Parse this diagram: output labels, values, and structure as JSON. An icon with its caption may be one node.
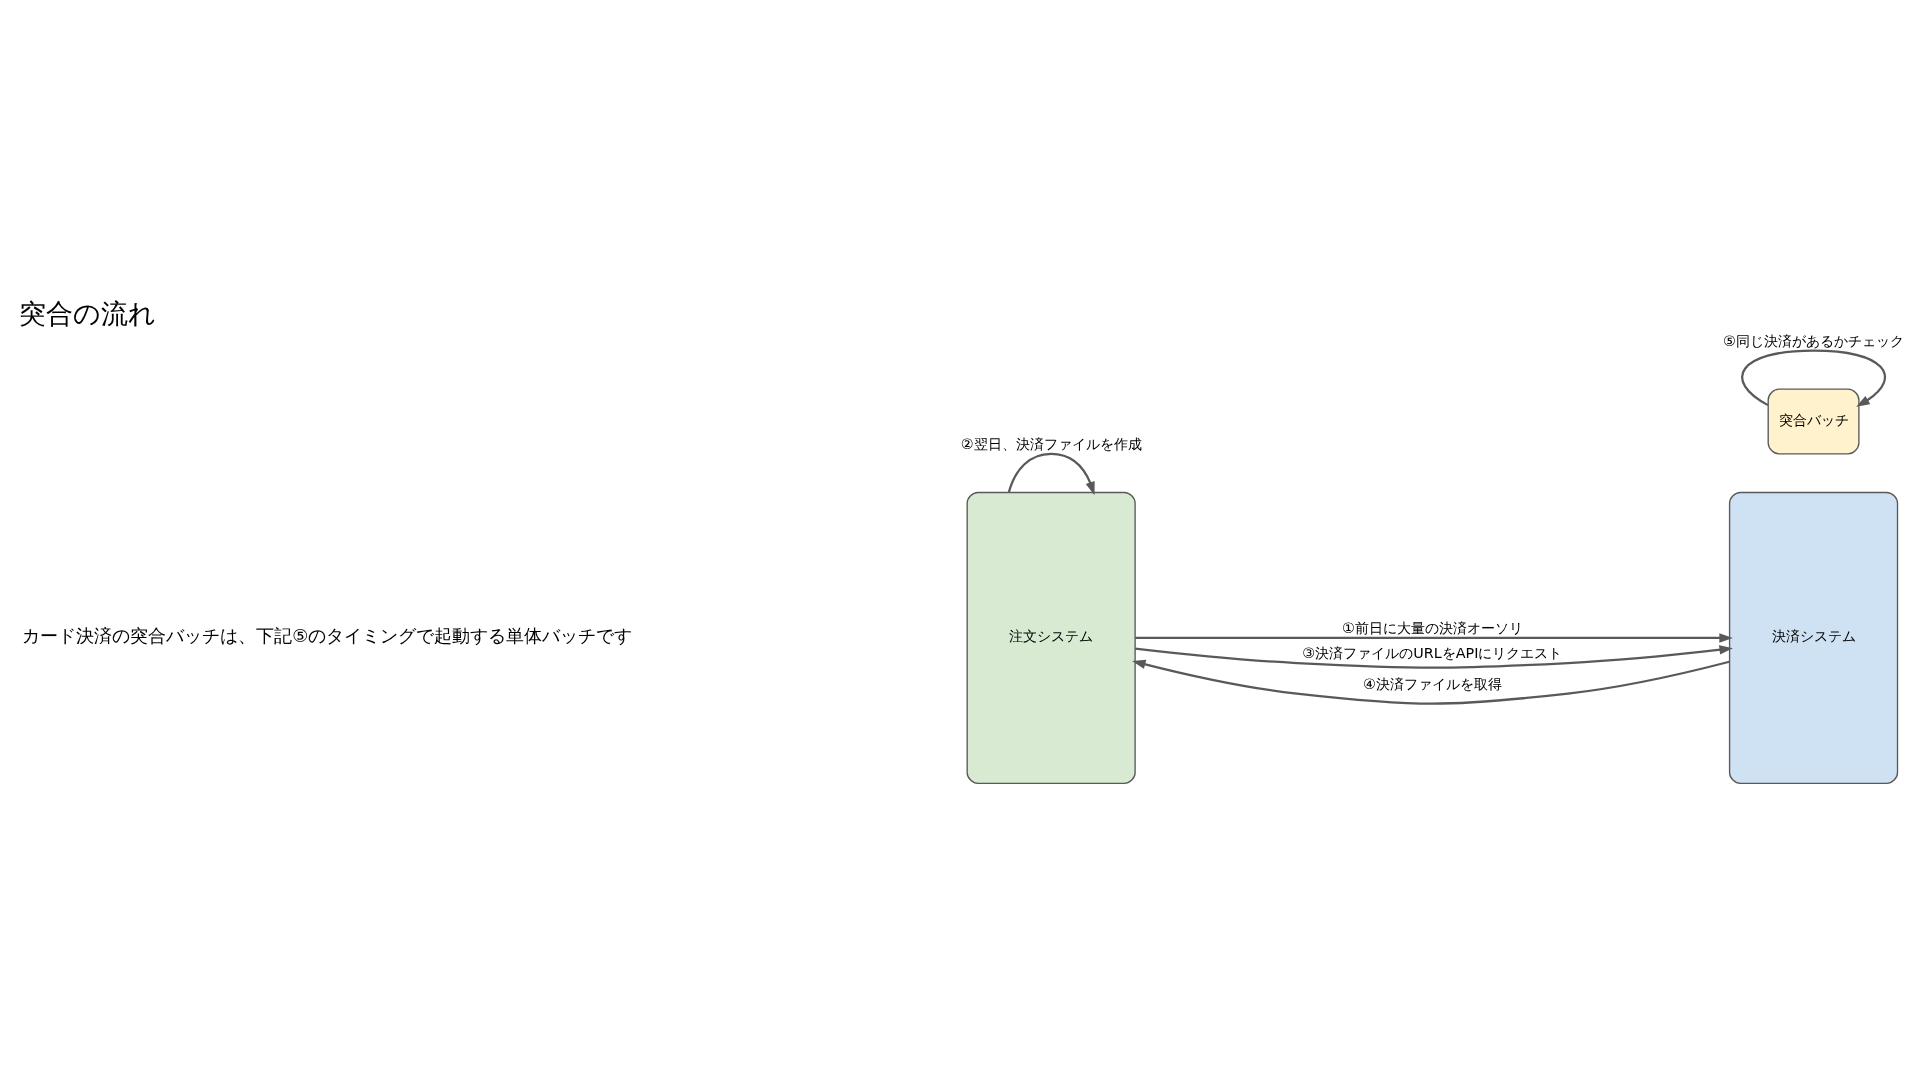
{
  "diagram": {
    "title": "突合の流れ",
    "nodes": [
      {
        "text": [
          "注文システム"
        ]
      },
      {
        "text": [
          "決済システム"
        ]
      },
      {
        "text": [
          "突合バッチ"
        ]
      }
    ],
    "edges": [
      {
        "from": 0,
        "to": 1,
        "arrow": "to",
        "label": "①前日に大量の決済オーソリ"
      },
      {
        "from": 0,
        "to": 0,
        "arrow": "to",
        "label": "②翌日、決済ファイルを作成"
      },
      {
        "from": 0,
        "to": 1,
        "arrow": "to",
        "label": "③決済ファイルのURLをAPIにリクエスト"
      },
      {
        "from": 1,
        "to": 0,
        "arrow": "to",
        "label": "④決済ファイルを取得"
      },
      {
        "from": 2,
        "to": 2,
        "arrow": "to",
        "label": "⑤同じ決済があるかチェック"
      }
    ],
    "labels": [
      "カード決済の突合バッチは、下記⑤のタイミングで起動する単体バッチです"
    ]
  }
}
